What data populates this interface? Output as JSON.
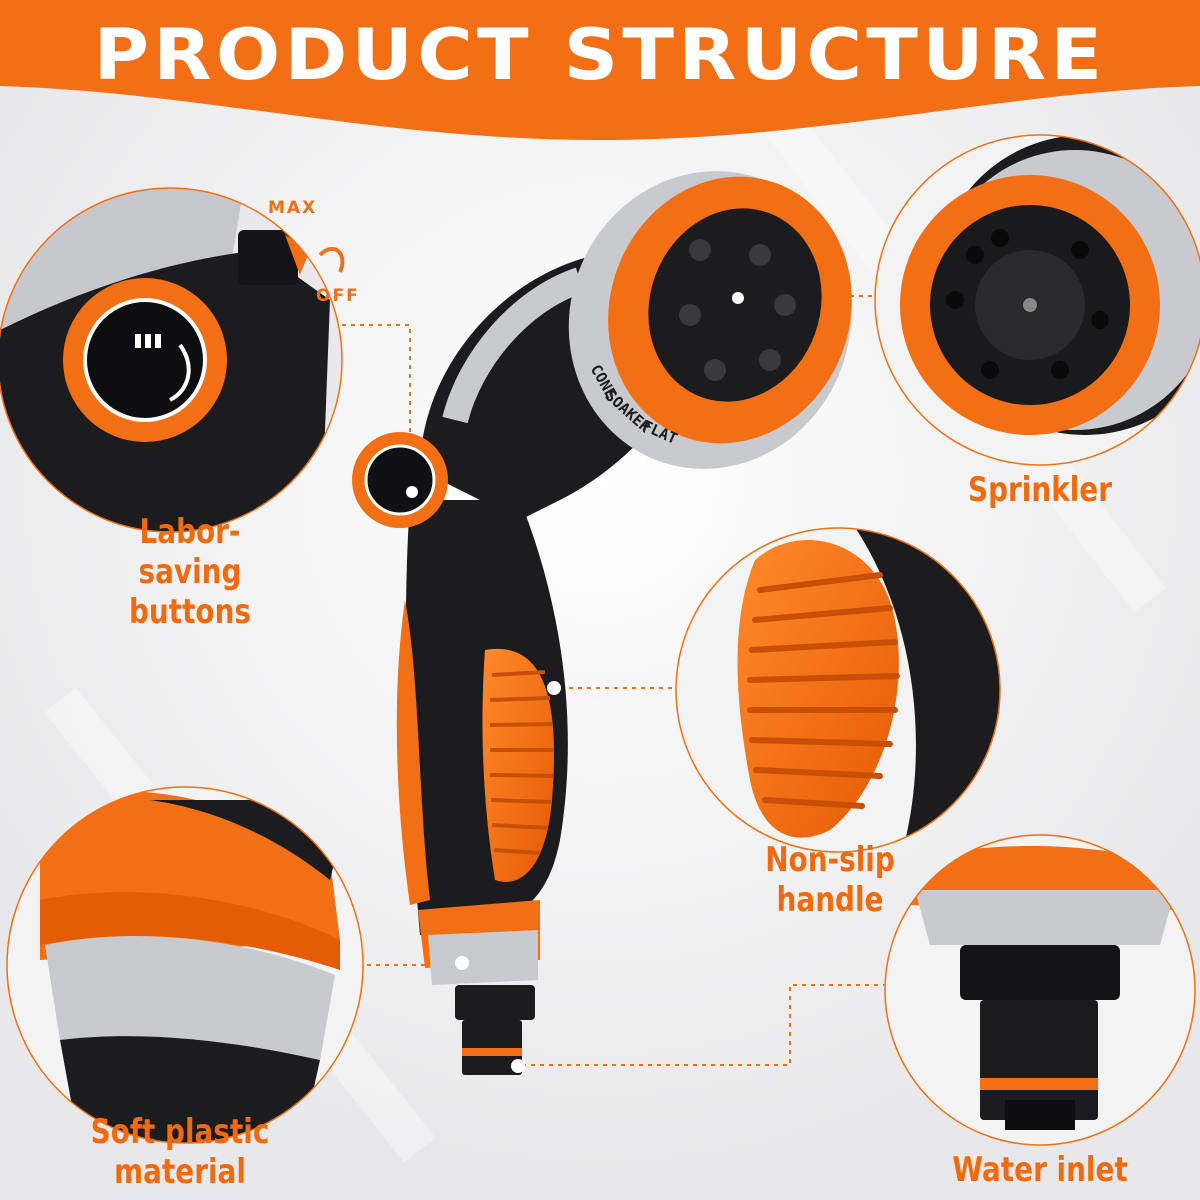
{
  "header": {
    "title": "PRODUCT STRUCTURE"
  },
  "dial_markings": {
    "max": "MAX",
    "off": "OFF"
  },
  "nozzle_markings": {
    "modes": [
      "CONE",
      "SOAKER",
      "FLAT"
    ]
  },
  "callouts": [
    {
      "id": "labor-saving",
      "lines": [
        "Labor-saving",
        "buttons"
      ]
    },
    {
      "id": "sprinkler",
      "lines": [
        "Sprinkler"
      ]
    },
    {
      "id": "non-slip",
      "lines": [
        "Non-slip",
        "handle"
      ]
    },
    {
      "id": "soft-plastic",
      "lines": [
        "Soft plastic",
        "material"
      ]
    },
    {
      "id": "water-inlet",
      "lines": [
        "Water inlet"
      ]
    }
  ],
  "colors": {
    "accent": "#f26f15",
    "label": "#f06a10",
    "body": "#1c1c1e",
    "grey": "#c9cacd",
    "background": "#f1f1f3"
  }
}
